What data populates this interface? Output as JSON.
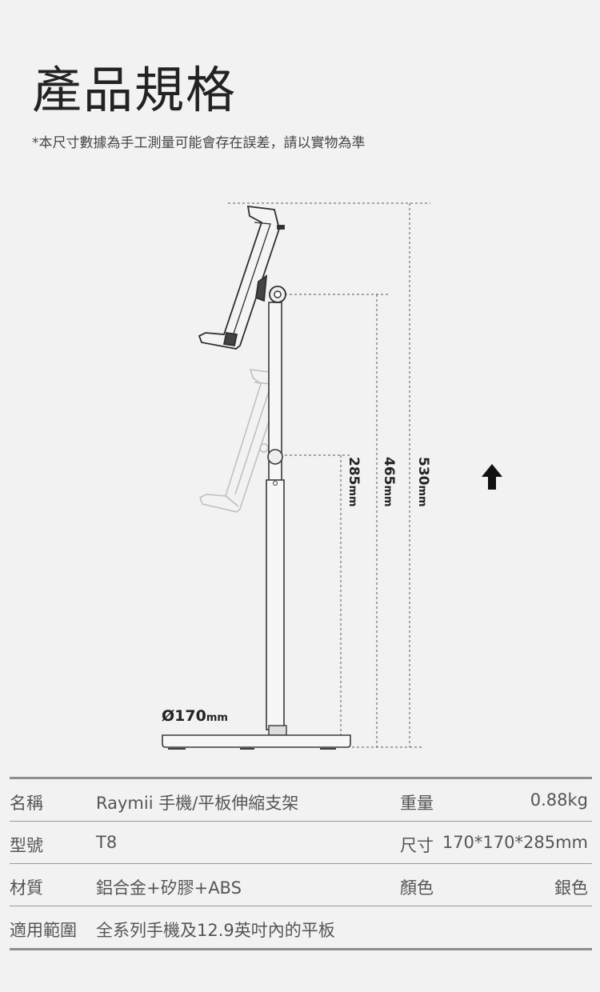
{
  "header": {
    "title": "產品規格",
    "note": "*本尺寸數據為手工測量可能會存在誤差，請以實物為準"
  },
  "dimensions": {
    "h285": "285",
    "h465": "465",
    "h530": "530",
    "unit": "mm",
    "diameter": "Ø170",
    "diameter_unit": "mm"
  },
  "specs": {
    "name_label": "名稱",
    "name_value": "Raymii 手機/平板伸縮支架",
    "weight_label": "重量",
    "weight_value": "0.88kg",
    "model_label": "型號",
    "model_value": "T8",
    "size_label": "尺寸",
    "size_value": "170*170*285mm",
    "material_label": "材質",
    "material_value": "鋁合金+矽膠+ABS",
    "color_label": "顏色",
    "color_value": "銀色",
    "scope_label": "適用範圍",
    "scope_value": "全系列手機及12.9英吋內的平板"
  },
  "colors": {
    "background": "#f2f2f2",
    "line": "#9a9a9a"
  }
}
